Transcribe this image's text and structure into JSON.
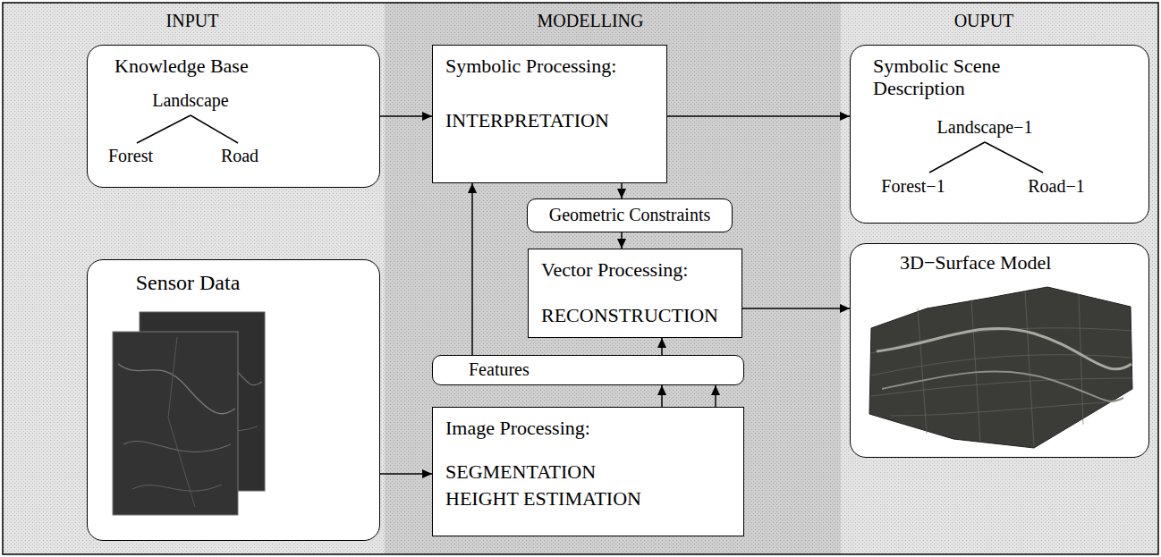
{
  "diagram": {
    "nodes": [
      {
        "text": [
          "Knowledge Base",
          "Landscape",
          "Forest",
          "Road"
        ]
      },
      {
        "text": [
          "Symbolic Processing:",
          "INTERPRETATION"
        ]
      },
      {
        "text": [
          "Symbolic Scene Description",
          "Landscape−1",
          "Forest−1",
          "Road−1"
        ]
      },
      {
        "text": [
          "Geometric Constraints"
        ]
      },
      {
        "text": [
          "Vector Processing:",
          "RECONSTRUCTION"
        ]
      },
      {
        "text": [
          "3D−Surface Model"
        ]
      },
      {
        "text": [
          "Sensor Data"
        ]
      },
      {
        "text": [
          "Features"
        ]
      },
      {
        "text": [
          "Image Processing:",
          "SEGMENTATION",
          "HEIGHT ESTIMATION"
        ]
      }
    ],
    "edges": [
      {
        "from": 0,
        "to": 1,
        "arrow": "to"
      },
      {
        "from": 1,
        "to": 2,
        "arrow": "to"
      },
      {
        "from": 1,
        "to": 3,
        "arrow": "to"
      },
      {
        "from": 3,
        "to": 4,
        "arrow": "to"
      },
      {
        "from": 4,
        "to": 5,
        "arrow": "to"
      },
      {
        "from": 6,
        "to": 8,
        "arrow": "to"
      },
      {
        "from": 8,
        "to": 7,
        "arrow": "to"
      },
      {
        "from": 8,
        "to": 7,
        "arrow": "to"
      },
      {
        "from": 7,
        "to": 1,
        "arrow": "to"
      },
      {
        "from": 7,
        "to": 4,
        "arrow": "to"
      }
    ],
    "labels": [
      "INPUT",
      "MODELLING",
      "OUPUT"
    ]
  }
}
